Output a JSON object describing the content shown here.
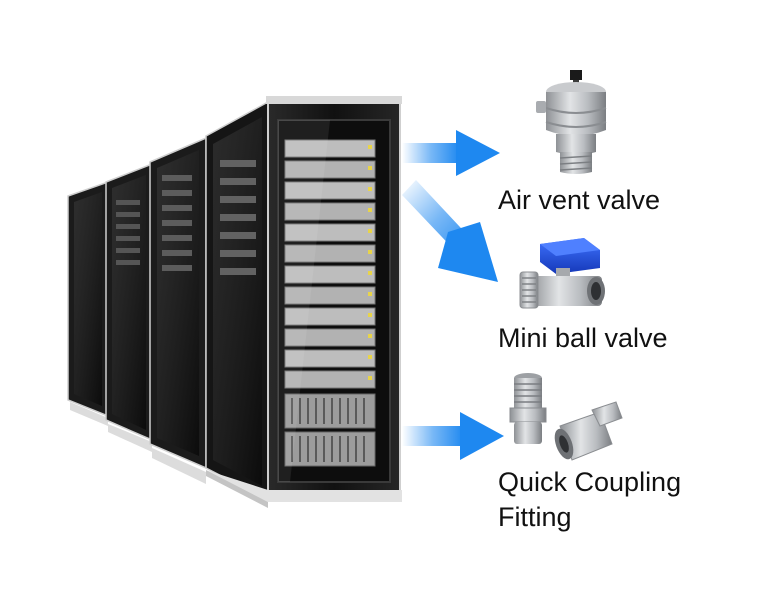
{
  "labels": {
    "air_vent_valve": "Air vent valve",
    "mini_ball_valve": "Mini ball valve",
    "quick_coupling_line1": "Quick Coupling",
    "quick_coupling_line2": "Fitting"
  },
  "icons": {
    "server_racks": "server-rack-icon",
    "arrows": "arrow-right-icon",
    "air_vent_valve": "air-vent-valve-icon",
    "mini_ball_valve": "mini-ball-valve-icon",
    "quick_coupling": "quick-coupling-icon"
  },
  "colors": {
    "arrow": "#1e88f0",
    "rack": "#1a1a1a",
    "valve_handle": "#1f4fd6",
    "metal": "#b9bcc0"
  }
}
